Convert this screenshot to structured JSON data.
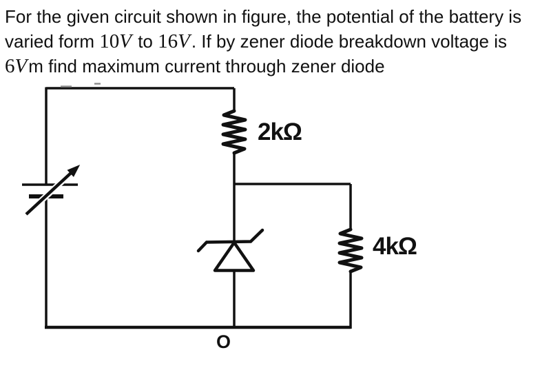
{
  "problem": {
    "lines": [
      {
        "segments": [
          {
            "t": "For the given circuit shown in figure, the potential of the battery is"
          }
        ]
      },
      {
        "segments": [
          {
            "t": "varied form "
          },
          {
            "t": "10",
            "c": "mn"
          },
          {
            "t": "V",
            "c": "mi"
          },
          {
            "t": " to "
          },
          {
            "t": "16",
            "c": "mn"
          },
          {
            "t": "V",
            "c": "mi"
          },
          {
            "t": ". If by zener diode breakdown voltage is"
          }
        ]
      },
      {
        "segments": [
          {
            "t": "6",
            "c": "mn"
          },
          {
            "t": "V",
            "c": "mi"
          },
          {
            "t": "m find maximum current through zener diode"
          }
        ]
      }
    ]
  },
  "circuit": {
    "labels": {
      "resistor_2k": "2kΩ",
      "resistor_4k": "4kΩ",
      "bottom_node": "O"
    },
    "symbols": [
      "variable-battery-symbol",
      "resistor-zigzag-symbol-2k",
      "zener-diode-symbol",
      "resistor-zigzag-symbol-4k"
    ],
    "ink_color": "#111111"
  }
}
